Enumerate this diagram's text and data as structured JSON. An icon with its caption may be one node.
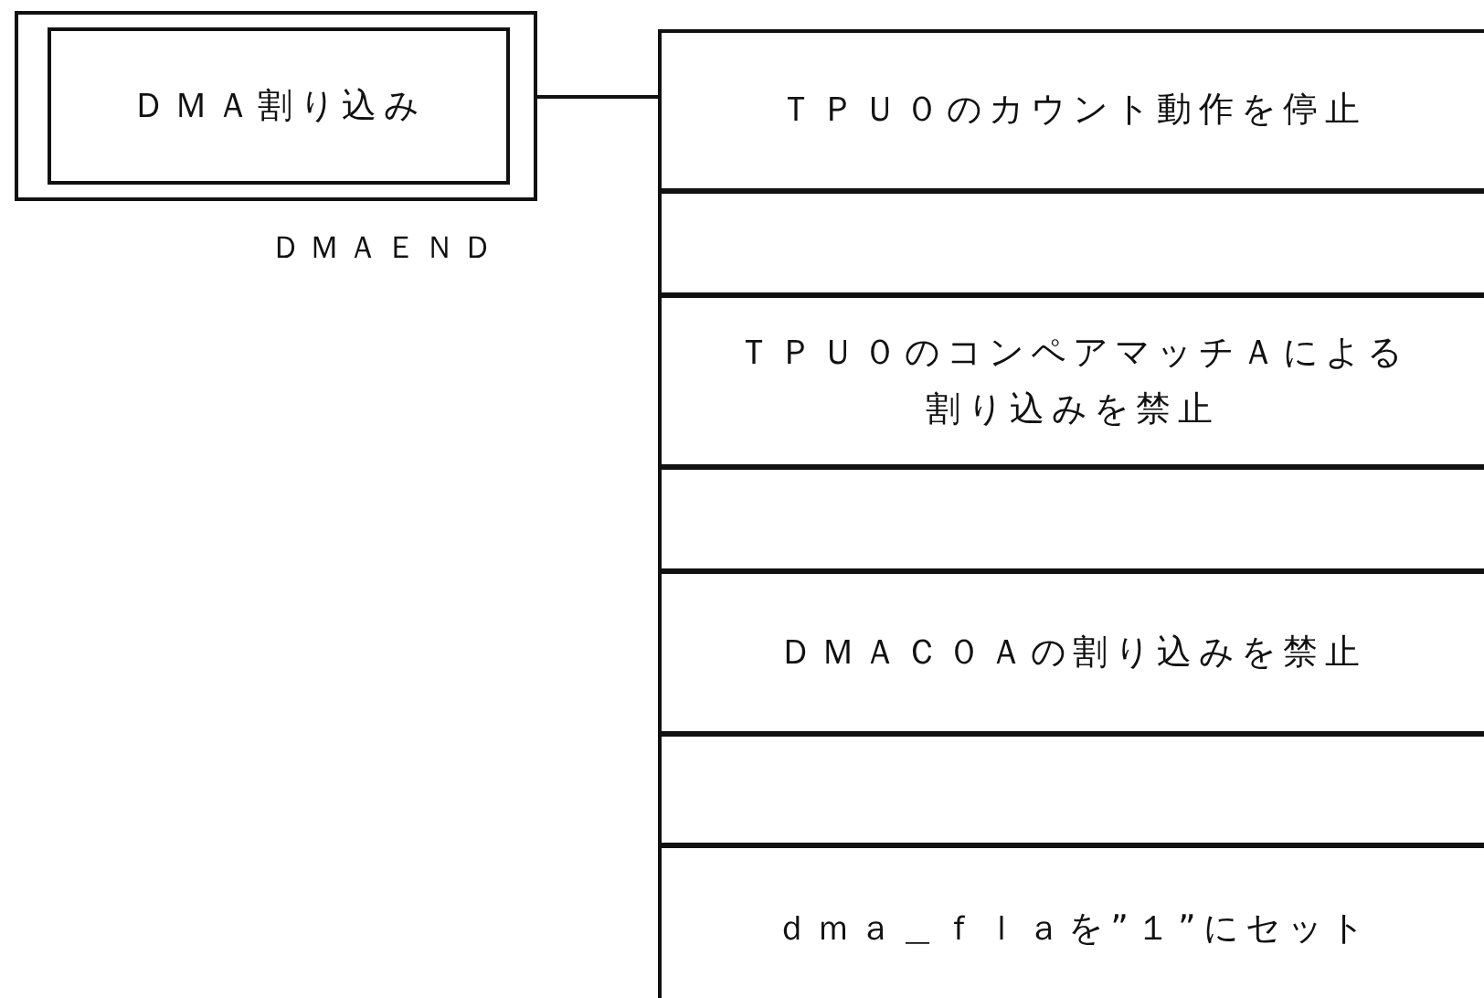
{
  "diagram": {
    "nodes": [
      {
        "text": [
          "ＤＭＡ割り込み"
        ],
        "beside": [
          "ＤＭＡＥＮＤ"
        ]
      },
      {
        "text": [
          "ＴＰＵ０のカウント動作を停止"
        ]
      },
      {
        "text": [],
        "shape": "box"
      },
      {
        "text": [
          "ＴＰＵ０のコンペアマッチＡによる割り込みを禁止"
        ]
      },
      {
        "text": [],
        "shape": "box"
      },
      {
        "text": [
          "ＤＭＡＣ０Ａの割り込みを禁止"
        ]
      },
      {
        "text": [],
        "shape": "box"
      },
      {
        "text": [
          "ｄｍａ＿ｆｌａを”１”にセット"
        ]
      }
    ],
    "edges": [
      {
        "from": 0,
        "to": 1,
        "arrow": "none"
      }
    ]
  }
}
